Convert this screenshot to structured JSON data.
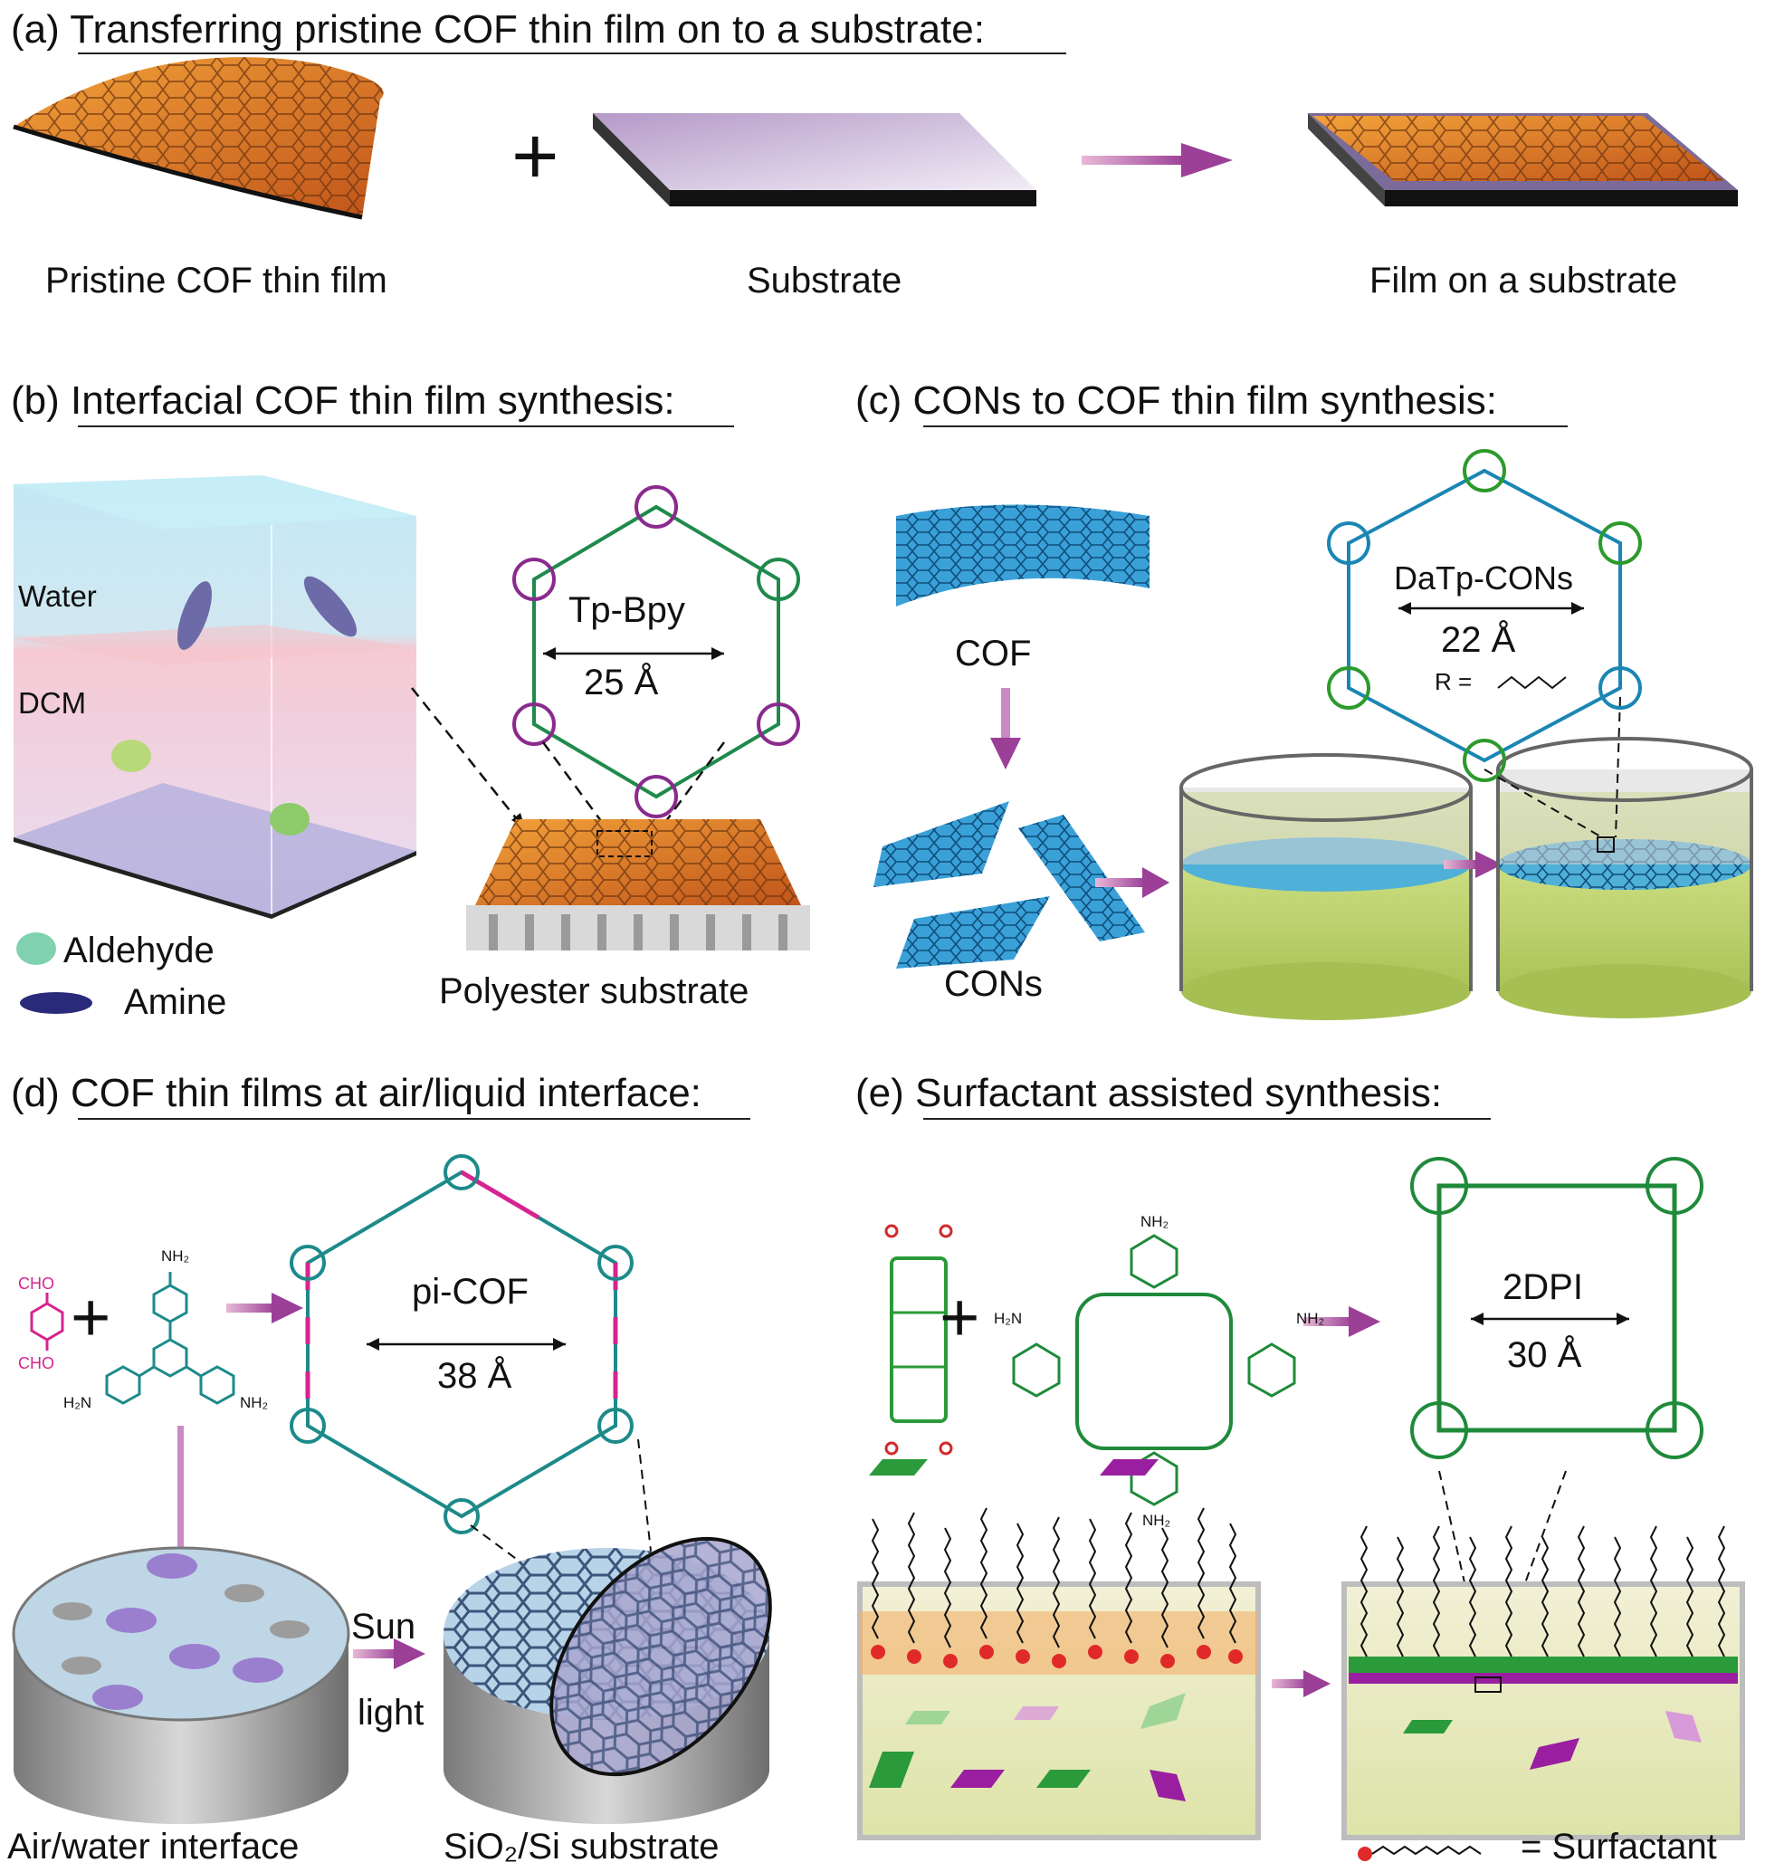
{
  "panel_a": {
    "heading": "(a) Transferring pristine COF thin film on to a substrate:",
    "label_film": "Pristine COF thin film",
    "label_substrate": "Substrate",
    "label_result": "Film on a substrate",
    "plus": "+"
  },
  "panel_b": {
    "heading": "(b) Interfacial COF thin film synthesis:",
    "label_water": "Water",
    "label_dcm": "DCM",
    "legend_aldehyde": "Aldehyde",
    "legend_amine": "Amine",
    "structure_name": "Tp-Bpy",
    "pore_size": "25 Å",
    "label_substrate": "Polyester substrate"
  },
  "panel_c": {
    "heading": "(c) CONs to COF thin film synthesis:",
    "label_cof": "COF",
    "label_cons": "CONs",
    "structure_name": "DaTp-CONs",
    "pore_size": "22 Å",
    "r_group": "R ="
  },
  "panel_d": {
    "heading": "(d) COF thin films at air/liquid interface:",
    "cho_top": "CHO",
    "cho_bottom": "CHO",
    "nh2_top": "NH₂",
    "nh2_left": "H₂N",
    "nh2_right": "NH₂",
    "plus": "+",
    "structure_name": "pi-COF",
    "pore_size": "38 Å",
    "sun": "Sun",
    "light": "light",
    "label_interface": "Air/water interface",
    "label_substrate": "SiO₂/Si substrate"
  },
  "panel_e": {
    "heading": "(e) Surfactant assisted synthesis:",
    "plus": "+",
    "nh2_top": "NH₂",
    "nh2_left": "H₂N",
    "nh2_right": "NH₂",
    "nh2_bottom": "NH₂",
    "structure_name": "2DPI",
    "pore_size": "30 Å",
    "legend_surfactant": "= Surfactant"
  },
  "colors": {
    "arrow": "#9b3f97",
    "cof_orange": "#e8661c",
    "nanosheet_blue": "#3aa0d8",
    "tpbpy_green": "#1f8a4c",
    "tpbpy_purple": "#8a2a8e",
    "picof_teal": "#1d8a8a",
    "picof_magenta": "#d6248f",
    "pdi_green": "#2a9a3a",
    "porphyrin_green": "#1f8a3a",
    "liquid_yellow": "#d7e79a"
  }
}
